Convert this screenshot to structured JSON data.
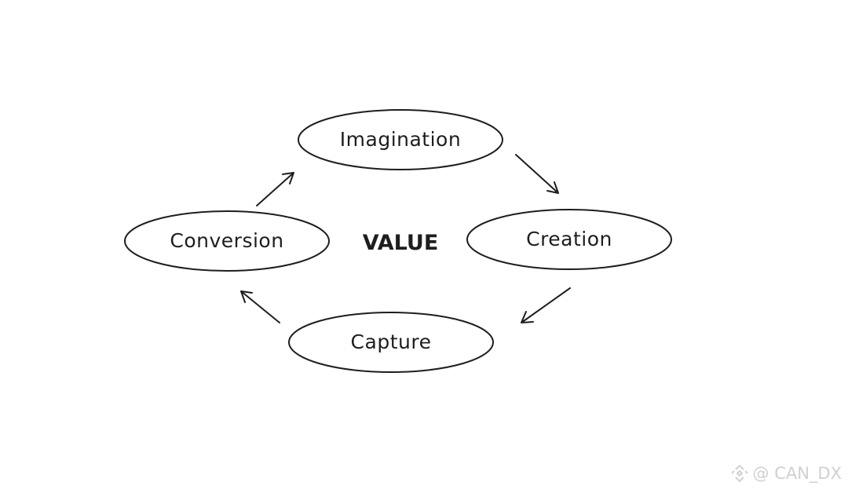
{
  "diagram": {
    "center": "VALUE",
    "nodes": [
      "Imagination",
      "Creation",
      "Capture",
      "Conversion"
    ],
    "edges": [
      [
        "Imagination",
        "Creation"
      ],
      [
        "Creation",
        "Capture"
      ],
      [
        "Capture",
        "Conversion"
      ],
      [
        "Conversion",
        "Imagination"
      ]
    ]
  },
  "watermark": {
    "text": "@ CAN_DX",
    "icon": "binance-logo-icon"
  }
}
